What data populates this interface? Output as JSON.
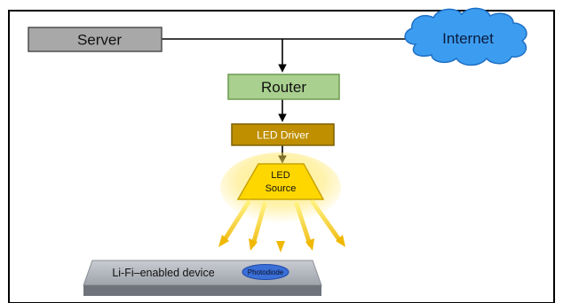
{
  "nodes": {
    "server": "Server",
    "internet": "Internet",
    "router": "Router",
    "led_driver": "LED Driver",
    "led_source_line1": "LED",
    "led_source_line2": "Source",
    "device": "Li-Fi–enabled device",
    "photodiode": "Photodiode"
  },
  "colors": {
    "frame": "#000000",
    "server_fill": "#a8a8a8",
    "cloud_fill": "#3c9df0",
    "cloud_stroke": "#1e6fc4",
    "router_fill": "#a9d08e",
    "router_stroke": "#6c9a52",
    "driver_fill": "#bf8f00",
    "driver_stroke": "#7f6000",
    "led_fill": "#ffd700",
    "led_stroke": "#c9a400",
    "light_ray": "#f5c400",
    "device_top": "#b8bcc4",
    "device_front": "#6e737c",
    "photodiode_fill": "#3a6fd8"
  }
}
